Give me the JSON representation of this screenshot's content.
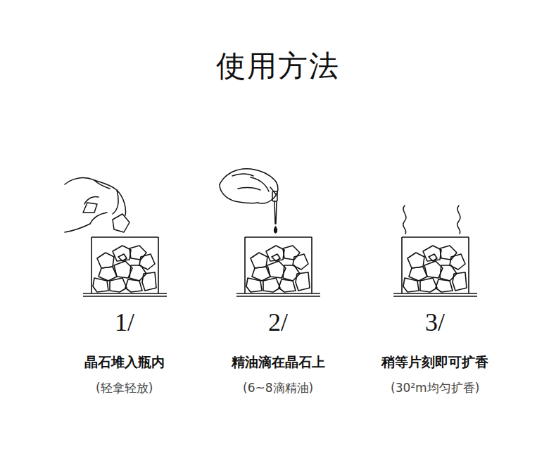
{
  "diagram": {
    "title": "使用方法",
    "labels": [
      "1/",
      "晶石堆入瓶内",
      "(轻拿轻放)",
      "2/",
      "精油滴在晶石上",
      "(6~8滴精油)",
      "3/",
      "稍等片刻即可扩香",
      "(30²m均匀扩香)"
    ]
  }
}
